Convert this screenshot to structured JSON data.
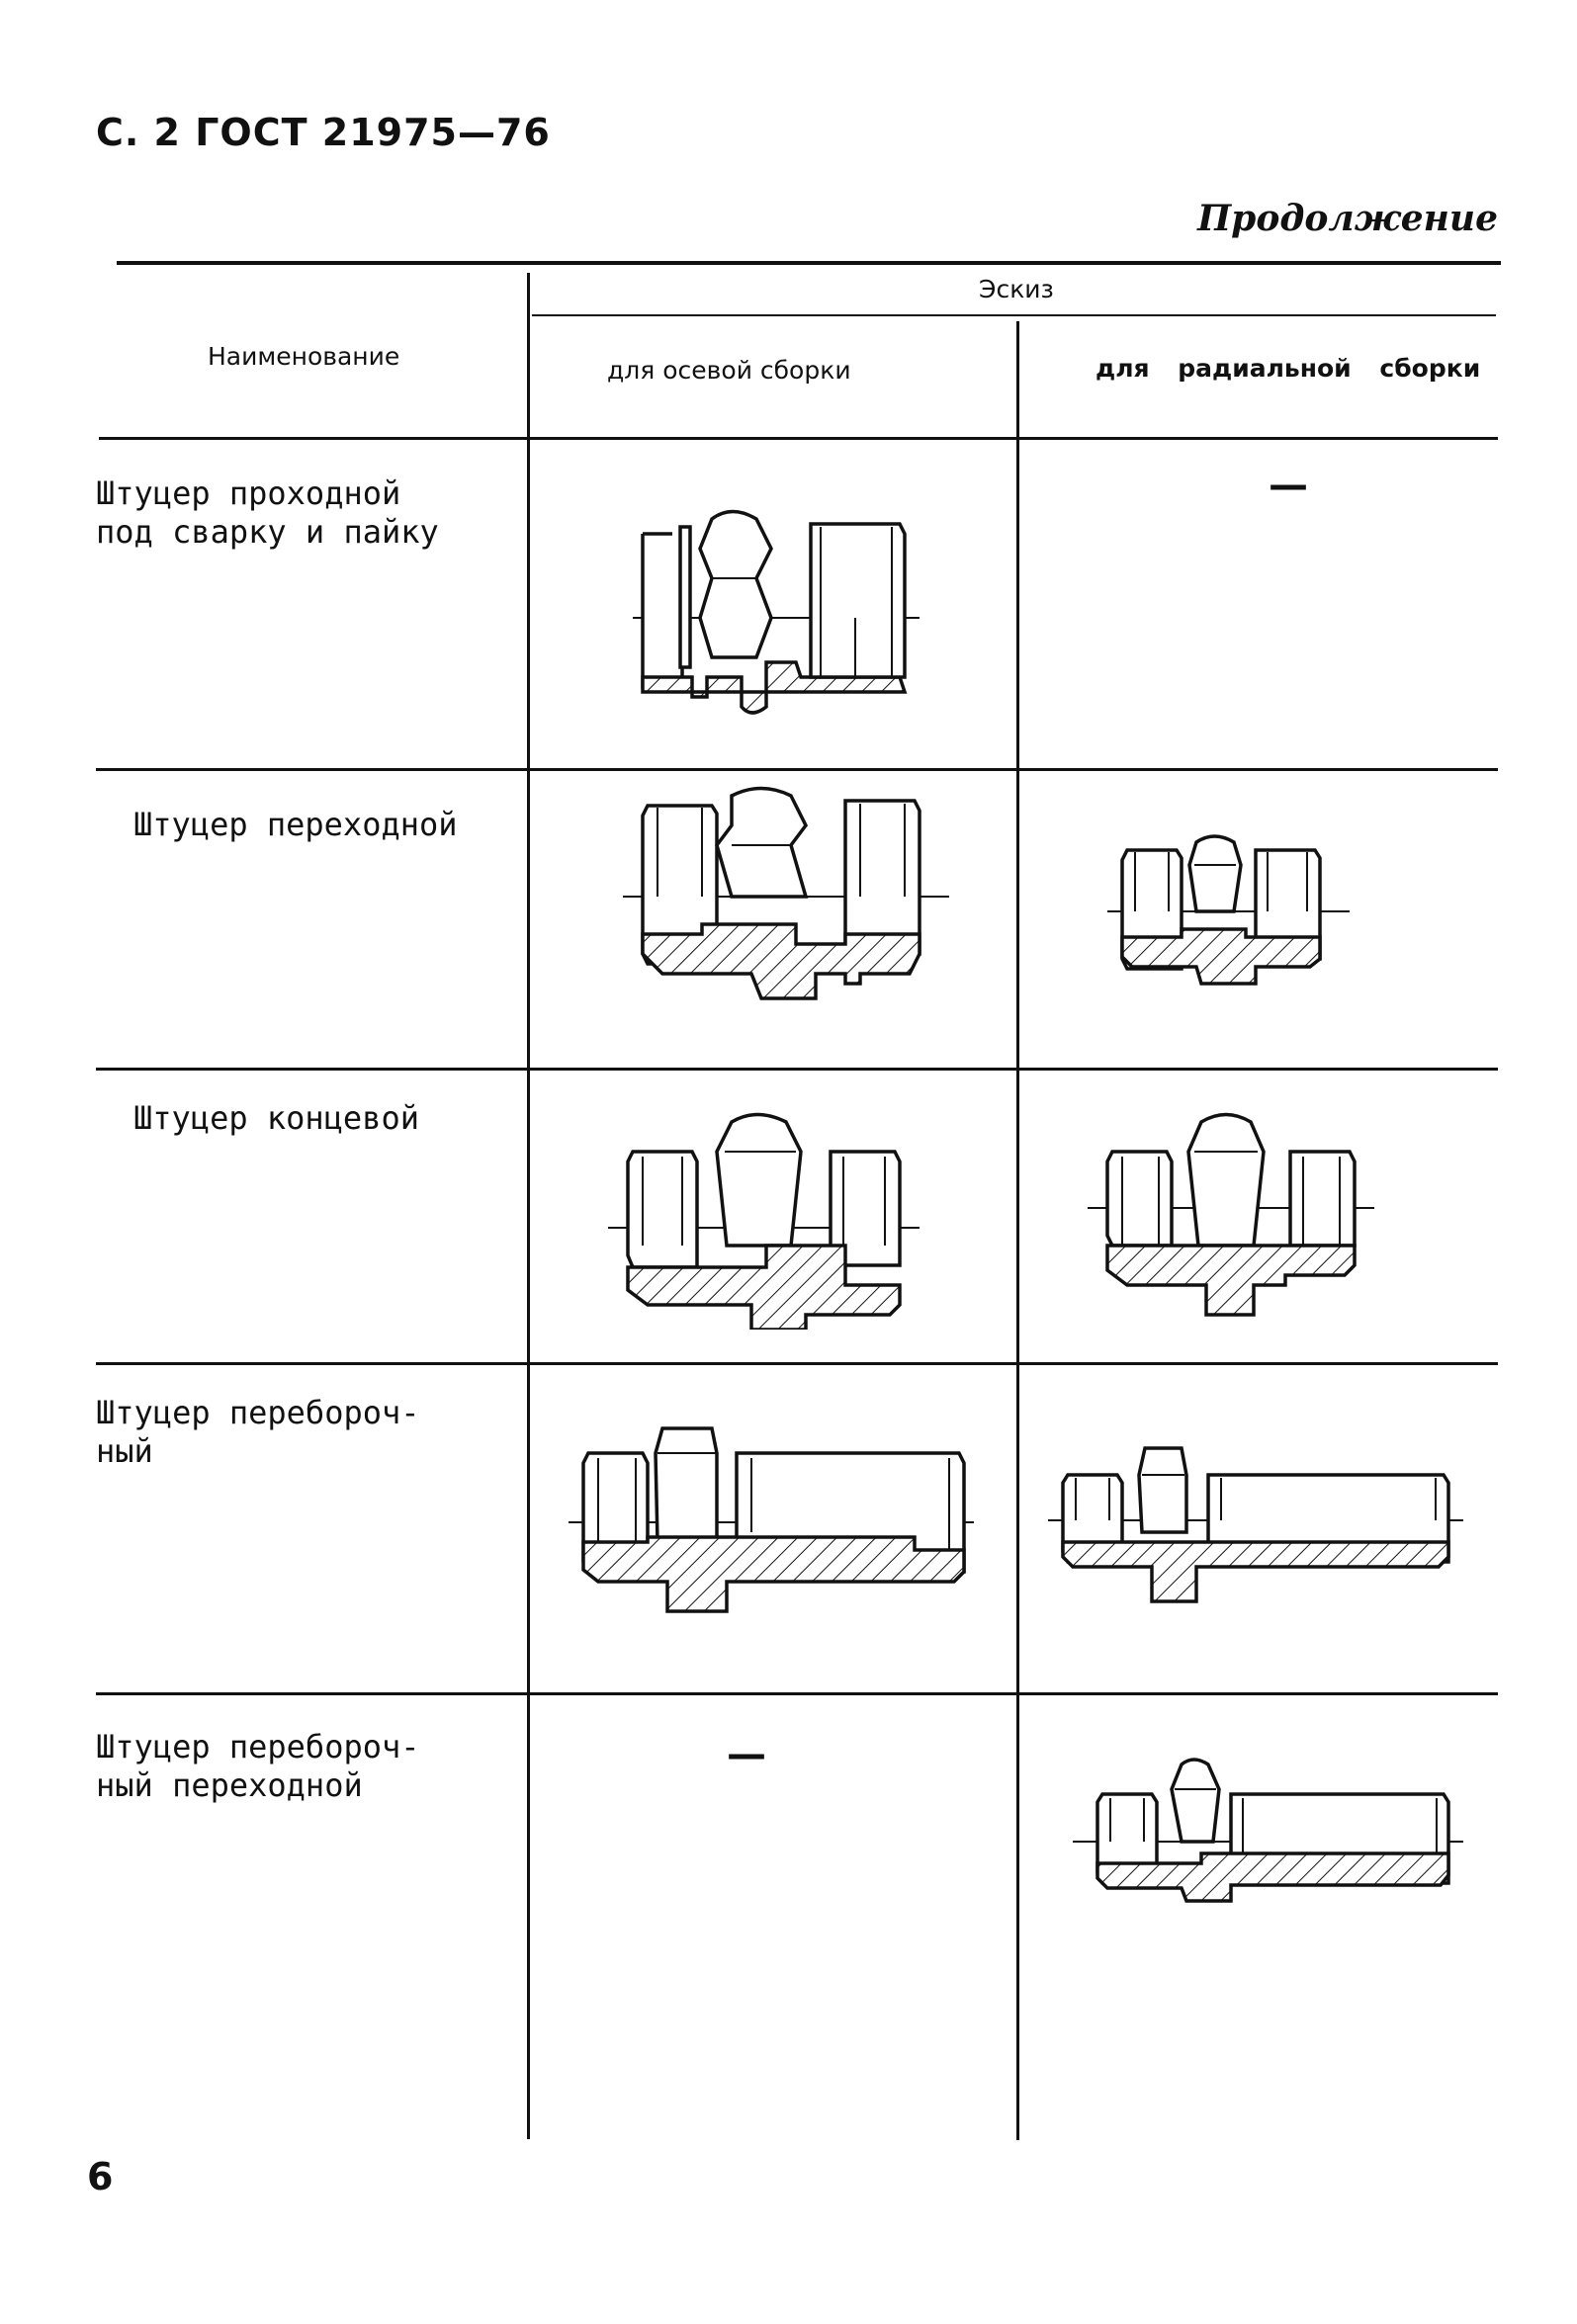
{
  "header": {
    "page_ref": "С. 2 ГОСТ 21975—76",
    "continuation": "Продолжение"
  },
  "table": {
    "col_name_header": "Наименование",
    "col_sketch_header": "Эскиз",
    "sub_axial": "для осевой сборки",
    "sub_radial": "для радиальной сборки",
    "rows": [
      {
        "name": "Штуцер проходной\nпод сварку и пайку",
        "axial": "sketch",
        "radial": "—"
      },
      {
        "name": "Штуцер переходной",
        "axial": "sketch",
        "radial": "sketch"
      },
      {
        "name": "Штуцер концевой",
        "axial": "sketch",
        "radial": "sketch"
      },
      {
        "name": "Штуцер переборoч-\nный",
        "axial": "sketch",
        "radial": "sketch"
      },
      {
        "name": "Штуцер переборoч-\nный переходной",
        "axial": "—",
        "radial": "sketch"
      }
    ]
  },
  "page_number": "6"
}
